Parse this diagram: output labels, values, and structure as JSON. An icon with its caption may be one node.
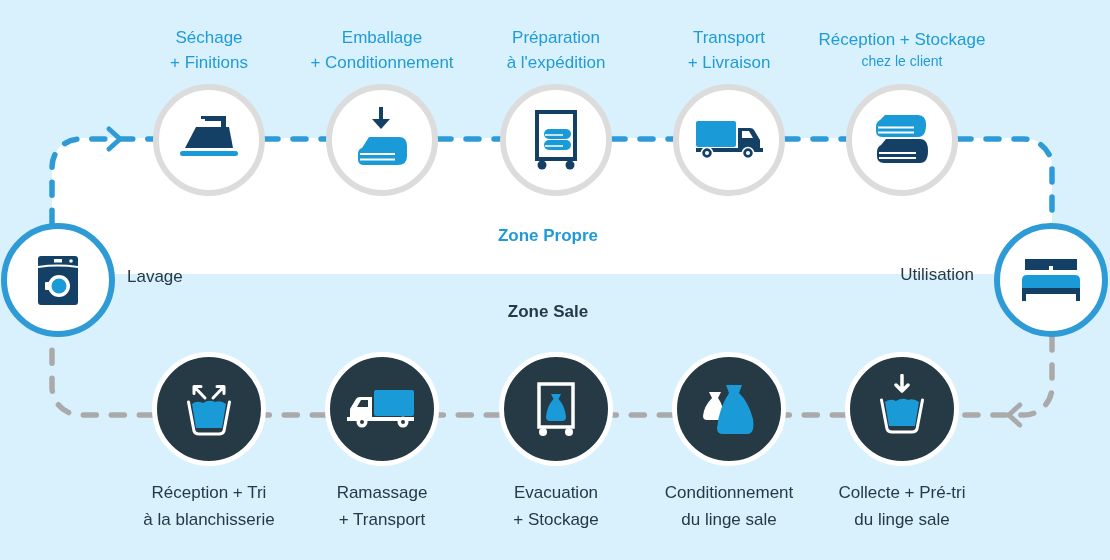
{
  "diagram": {
    "nodes": [
      {
        "text": [
          "Séchage + Finitions"
        ]
      },
      {
        "text": [
          "Emballage + Conditionnement"
        ]
      },
      {
        "text": [
          "Préparation à l'expédition"
        ]
      },
      {
        "text": [
          "Transport + Livraison"
        ]
      },
      {
        "text": [
          "Réception + Stockage",
          "chez le client"
        ]
      },
      {
        "text": [
          "Lavage"
        ]
      },
      {
        "text": [
          "Utilisation"
        ]
      },
      {
        "text": [
          "Réception + Tri à la blanchisserie"
        ]
      },
      {
        "text": [
          "Ramassage + Transport"
        ]
      },
      {
        "text": [
          "Evacuation + Stockage"
        ]
      },
      {
        "text": [
          "Conditionnement du linge sale"
        ]
      },
      {
        "text": [
          "Collecte + Pré-tri du linge sale"
        ]
      }
    ],
    "edges": [
      {
        "from": 5,
        "to": 0,
        "arrow": "to",
        "style": "dashed",
        "color": "#2e9bd6"
      },
      {
        "from": 0,
        "to": 1,
        "arrow": "none",
        "style": "dashed",
        "color": "#2e9bd6"
      },
      {
        "from": 1,
        "to": 2,
        "arrow": "none",
        "style": "dashed",
        "color": "#2e9bd6"
      },
      {
        "from": 2,
        "to": 3,
        "arrow": "none",
        "style": "dashed",
        "color": "#2e9bd6"
      },
      {
        "from": 3,
        "to": 4,
        "arrow": "none",
        "style": "dashed",
        "color": "#2e9bd6"
      },
      {
        "from": 4,
        "to": 6,
        "arrow": "none",
        "style": "dashed",
        "color": "#2e9bd6"
      },
      {
        "from": 6,
        "to": 11,
        "arrow": "to",
        "style": "dashed",
        "color": "#aaaaaa"
      },
      {
        "from": 11,
        "to": 10,
        "arrow": "none",
        "style": "dashed",
        "color": "#aaaaaa"
      },
      {
        "from": 10,
        "to": 9,
        "arrow": "none",
        "style": "dashed",
        "color": "#aaaaaa"
      },
      {
        "from": 9,
        "to": 8,
        "arrow": "none",
        "style": "dashed",
        "color": "#aaaaaa"
      },
      {
        "from": 8,
        "to": 7,
        "arrow": "none",
        "style": "dashed",
        "color": "#aaaaaa"
      },
      {
        "from": 7,
        "to": 5,
        "arrow": "none",
        "style": "dashed",
        "color": "#aaaaaa"
      }
    ],
    "labels": [
      "Zone Propre",
      "Zone Sale"
    ]
  }
}
